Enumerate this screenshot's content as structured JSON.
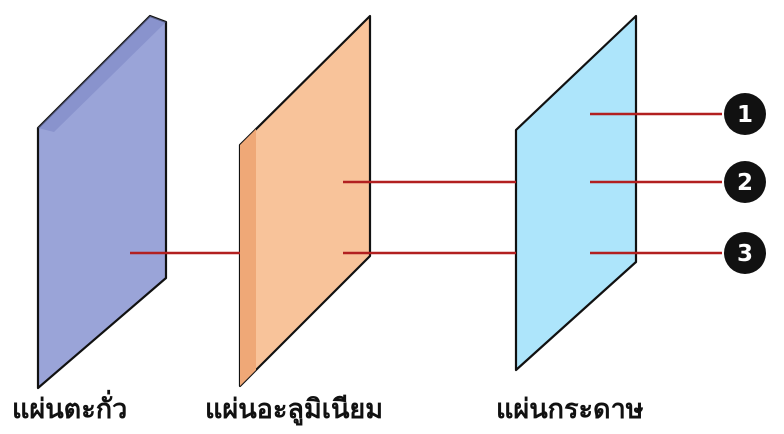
{
  "diagram": {
    "plates": [
      {
        "id": "lead",
        "label": "แผ่นตะกั่ว",
        "color": "#9aa4d8",
        "shade": "#7e88c6"
      },
      {
        "id": "aluminium",
        "label": "แผ่นอะลูมิเนียม",
        "color": "#f8c39a",
        "shade": "#efa877"
      },
      {
        "id": "paper",
        "label": "แผ่นกระดาษ",
        "color": "#ade5fb",
        "shade": "#ade5fb"
      }
    ],
    "beams": [
      {
        "id": "1",
        "marker": "1"
      },
      {
        "id": "2",
        "marker": "2"
      },
      {
        "id": "3",
        "marker": "3"
      }
    ],
    "colors": {
      "beam": "#b22020",
      "outline": "#111111",
      "marker_fill": "#111111",
      "marker_text": "#ffffff"
    }
  }
}
